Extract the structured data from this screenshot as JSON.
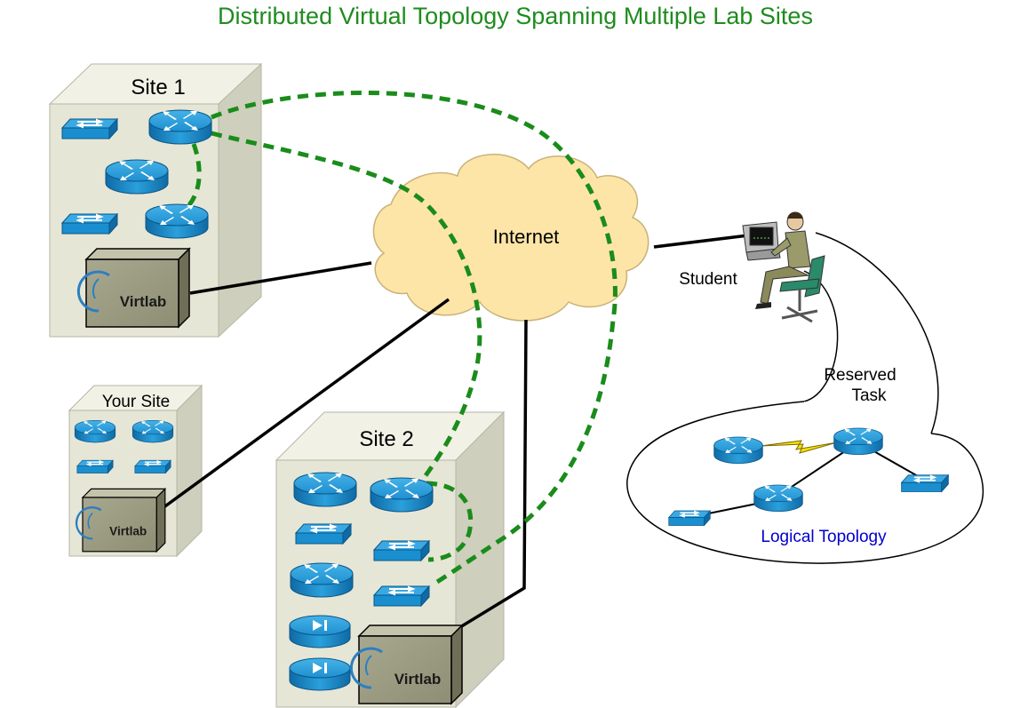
{
  "title": "Distributed Virtual Topology Spanning Multiple Lab Sites",
  "sites": {
    "site1": {
      "label": "Site 1"
    },
    "your_site": {
      "label": "Your Site"
    },
    "site2": {
      "label": "Site 2"
    }
  },
  "virtlab_logo_text": "Virtlab",
  "internet_label": "Internet",
  "student_label": "Student",
  "reserved_task_label": [
    "Reserved",
    "Task"
  ],
  "logical_topology_label": "Logical Topology",
  "colors": {
    "title": "#1e8c1e",
    "virtual_link": "#1a8c1a",
    "cloud_fill": "#fde5a8",
    "device_blue": "#1a8fcf",
    "rack_front": "#e8e8d8",
    "rack_side": "#cfcfbd",
    "logical_label": "#0000cc",
    "serial_link": "#f5e000"
  },
  "icons": [
    "switch-icon",
    "router-icon",
    "virtlab-server-icon",
    "cloud-icon",
    "student-workstation-icon",
    "ip-phone-icon",
    "serial-link-icon"
  ]
}
